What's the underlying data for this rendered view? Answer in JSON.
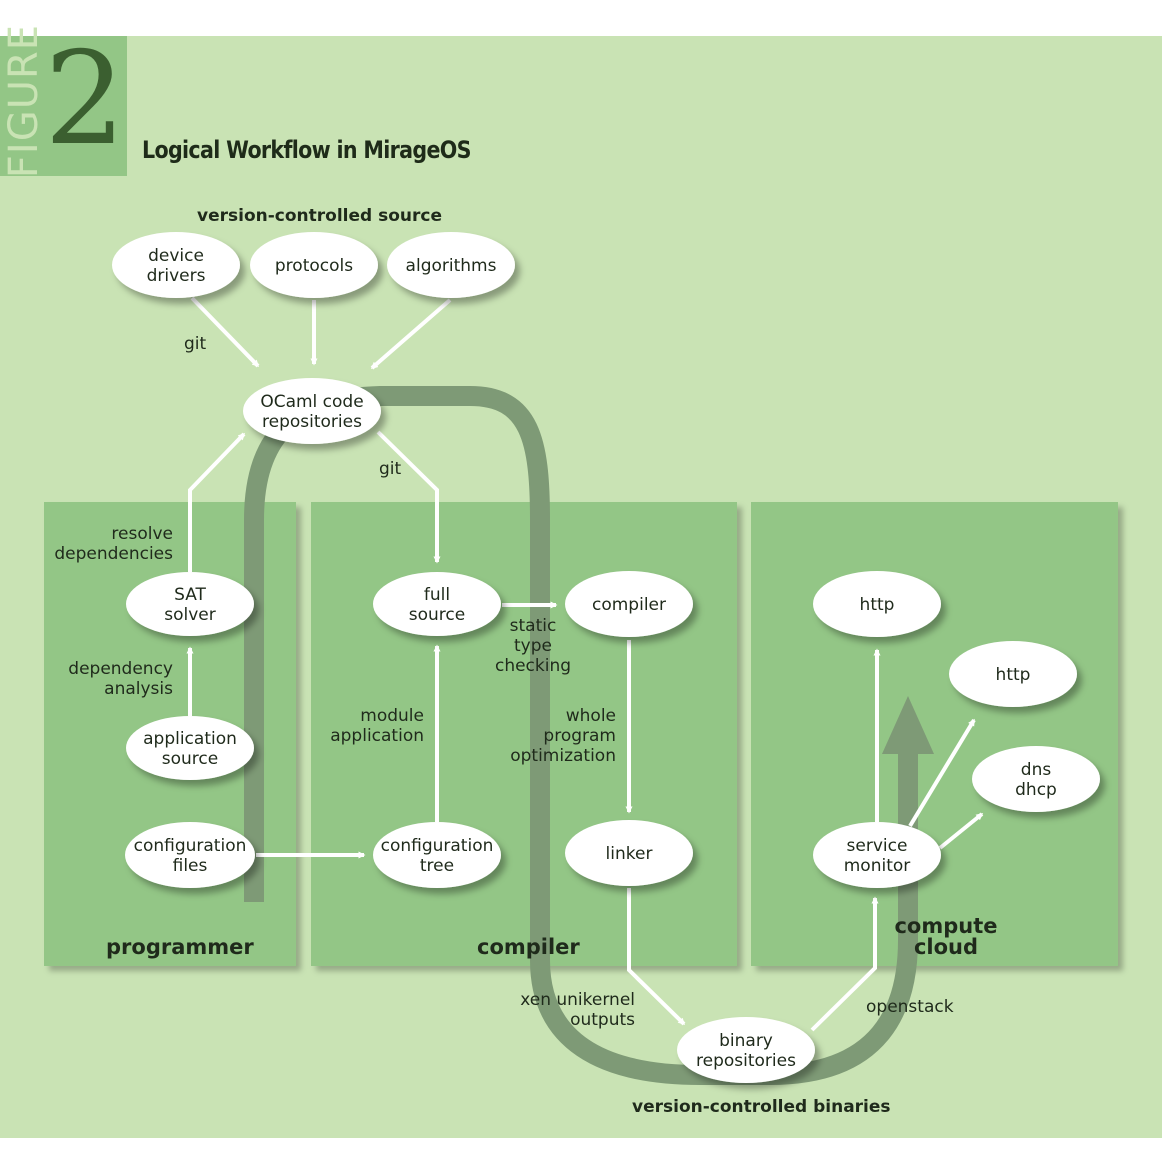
{
  "figure": {
    "word": "FIGURE",
    "number": "2",
    "title": "Logical Workflow in MirageOS"
  },
  "colors": {
    "background": "#c9e3b4",
    "panel": "#93c686",
    "node": "#ffffff",
    "arrow": "#ffffff",
    "loop": "#7e9a76",
    "header_box": "#93c686"
  },
  "nodes": {
    "device_drivers": "device\ndrivers",
    "protocols": "protocols",
    "algorithms": "algorithms",
    "ocaml_repos": "OCaml code\nrepositories",
    "sat_solver": "SAT\nsolver",
    "application_source": "application\nsource",
    "configuration_files": "configuration\nfiles",
    "full_source": "full\nsource",
    "configuration_tree": "configuration\ntree",
    "compiler": "compiler",
    "linker": "linker",
    "binary_repositories": "binary\nrepositories",
    "http_top": "http",
    "http_right": "http",
    "dns_dhcp": "dns\ndhcp",
    "service_monitor": "service\nmonitor"
  },
  "labels": {
    "version_controlled_source": "version-controlled source",
    "git_left": "git",
    "git_center": "git",
    "resolve_dependencies": "resolve\ndependencies",
    "dependency_analysis": "dependency\nanalysis",
    "module_application": "module\napplication",
    "static_type_checking": "static\ntype\nchecking",
    "whole_program_optimization": "whole\nprogram\noptimization",
    "xen_unikernel_outputs": "xen unikernel\noutputs",
    "openstack": "openstack",
    "version_controlled_binaries": "version-controlled binaries"
  },
  "panels": {
    "programmer": "programmer",
    "compiler": "compiler",
    "compute_cloud": "compute\ncloud"
  }
}
